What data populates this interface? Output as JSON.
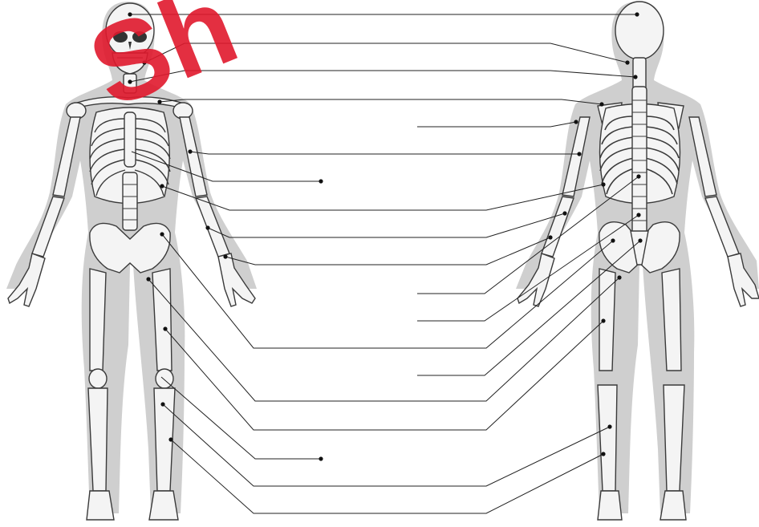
{
  "diagram": {
    "watermark": "Sh",
    "colors": {
      "silhouette": "#cfcfcf",
      "bone_fill": "#f4f4f4",
      "bone_stroke": "#3a3a3a",
      "leader_line": "#222222",
      "watermark": "#e0192d"
    },
    "views": [
      "anterior",
      "posterior"
    ],
    "label_blanks_count": 19
  }
}
